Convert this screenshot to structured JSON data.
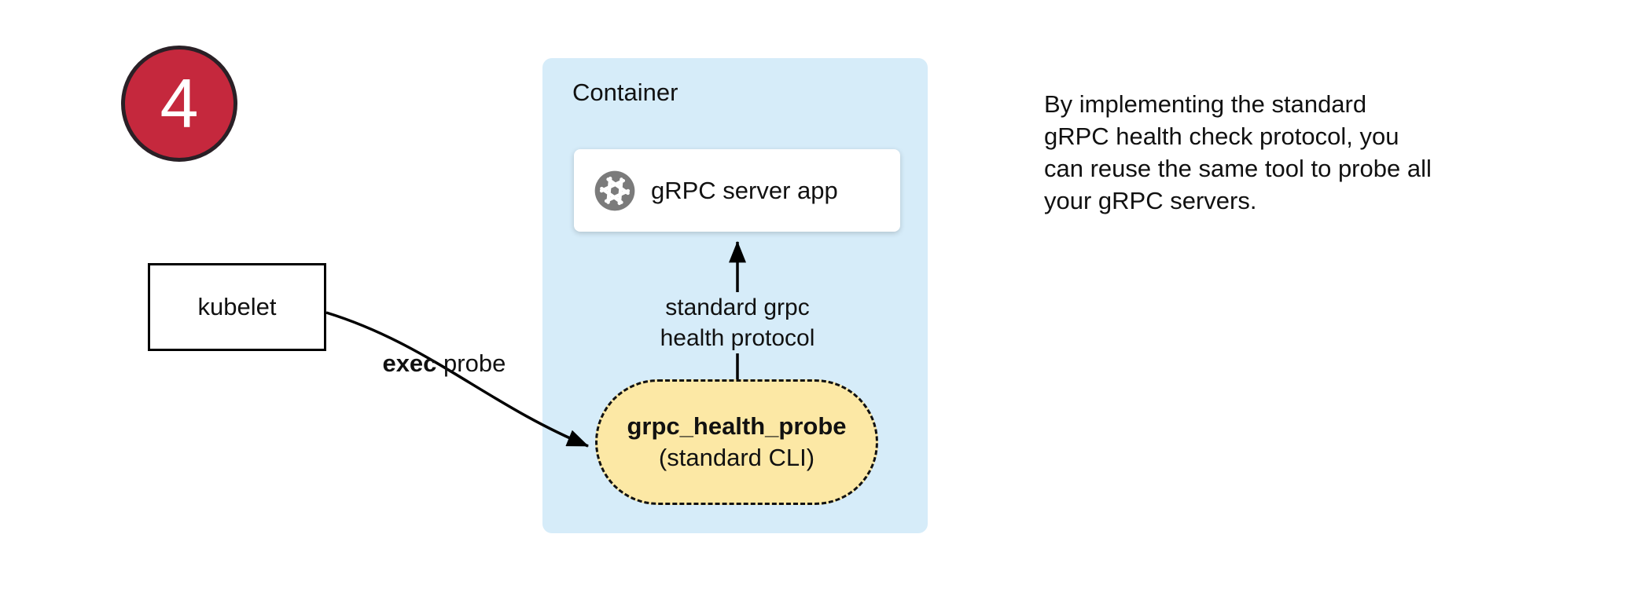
{
  "step_badge": {
    "number": "4"
  },
  "kubelet": {
    "label": "kubelet"
  },
  "exec_probe_label": {
    "bold": "exec",
    "rest": " probe"
  },
  "container": {
    "title": "Container",
    "server_app": {
      "label": "gRPC server app",
      "icon": "shutter-aperture-icon"
    },
    "protocol_arrow_label": {
      "line1": "standard grpc",
      "line2": "health protocol"
    },
    "probe": {
      "name": "grpc_health_probe",
      "subtitle": "(standard CLI)"
    }
  },
  "note": {
    "line1": "By implementing the standard",
    "line2": "gRPC health check protocol, you",
    "line3": "can reuse the same tool to probe all",
    "line4": "your gRPC servers."
  },
  "colors": {
    "step_badge_red": "#c5283d",
    "container_blue": "#d6ecf9",
    "probe_yellow": "#fce8a5",
    "arrow_black": "#000000"
  }
}
